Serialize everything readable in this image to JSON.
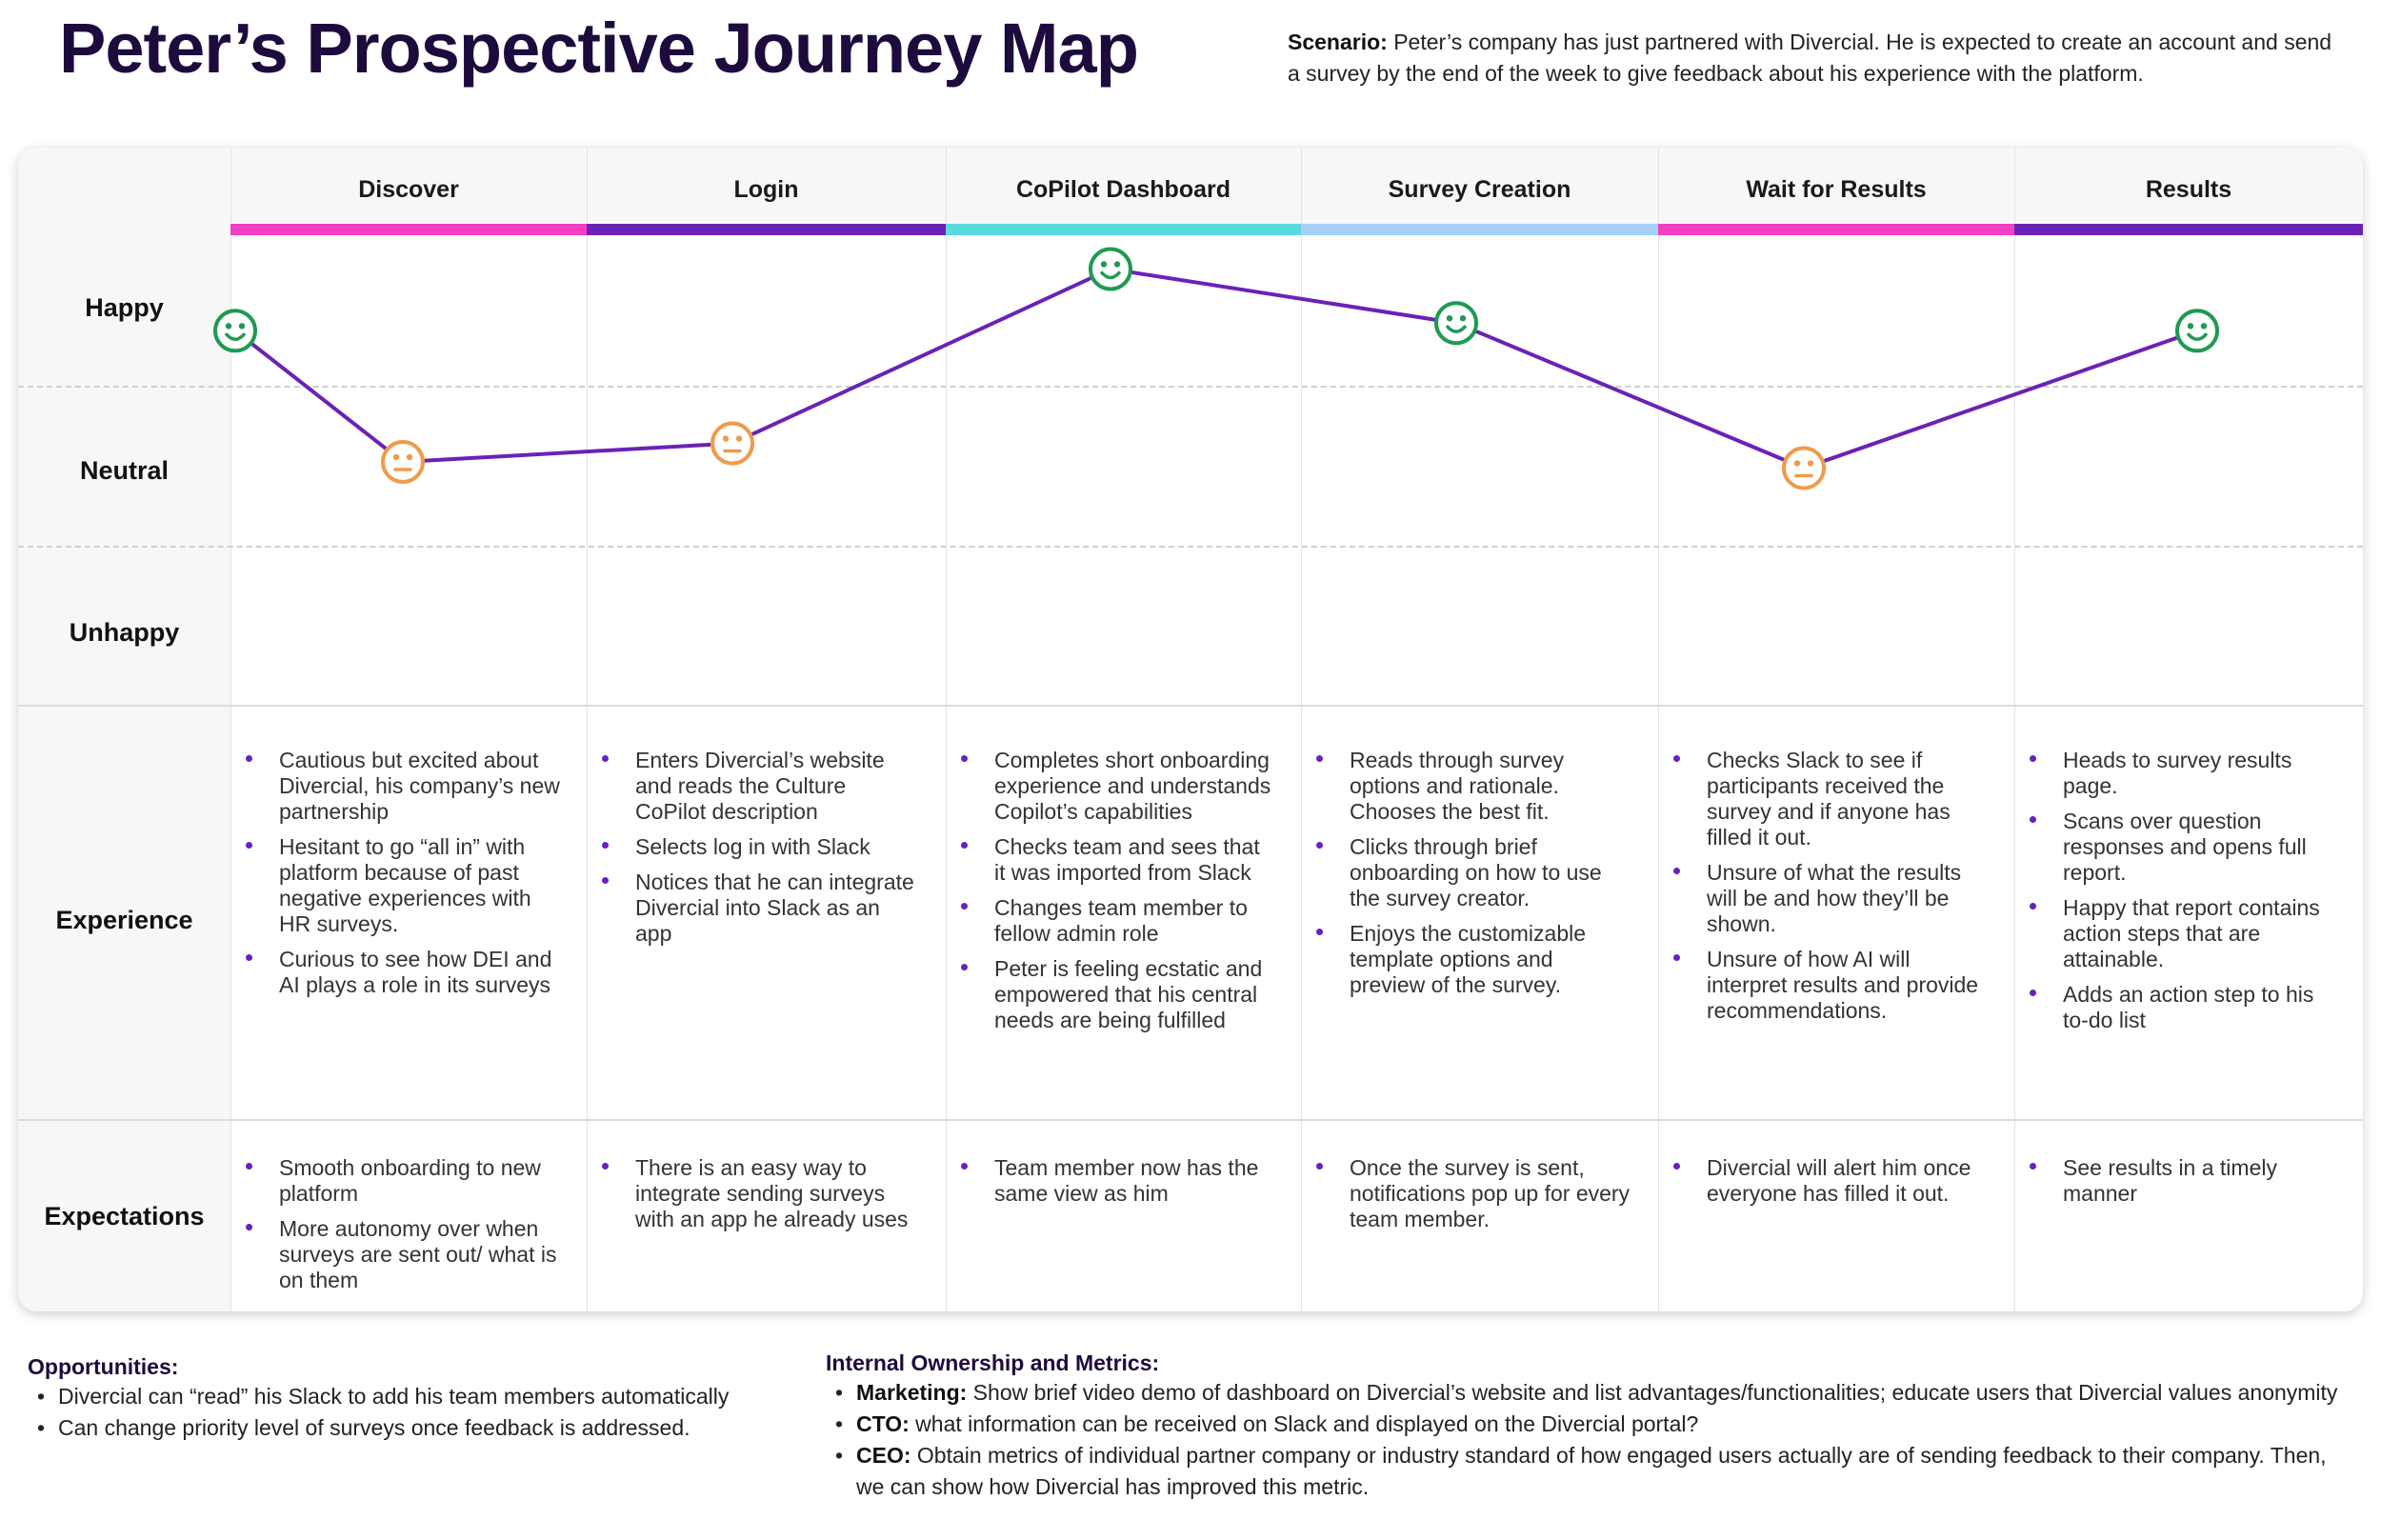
{
  "title": "Peter’s Prospective Journey Map",
  "scenario": {
    "label": "Scenario:",
    "text": "Peter’s company has just partnered with Divercial. He is expected to create an account and send a survey by the end of the week to give feedback about his experience with the platform."
  },
  "stages": [
    {
      "name": "Discover",
      "color": "#f23fc3"
    },
    {
      "name": "Login",
      "color": "#6a22b6"
    },
    {
      "name": "CoPilot Dashboard",
      "color": "#5ad9df"
    },
    {
      "name": "Survey Creation",
      "color": "#a7d2f7"
    },
    {
      "name": "Wait for Results",
      "color": "#f23fc3"
    },
    {
      "name": "Results",
      "color": "#6a22b6"
    }
  ],
  "emotion_levels": [
    "Happy",
    "Neutral",
    "Unhappy"
  ],
  "emotion_curve": {
    "line_color": "#6a22b6",
    "happy_color": "#1e9a52",
    "neutral_color": "#ef9b4a",
    "points": [
      {
        "stage": "Discover",
        "mood": "happy",
        "score": 0.85
      },
      {
        "stage": "Discover",
        "mood": "neutral",
        "score": 0.0
      },
      {
        "stage": "Login",
        "mood": "neutral",
        "score": 0.12
      },
      {
        "stage": "CoPilot Dashboard",
        "mood": "happy",
        "score": 1.25
      },
      {
        "stage": "Survey Creation",
        "mood": "happy",
        "score": 0.9
      },
      {
        "stage": "Wait for Results",
        "mood": "neutral",
        "score": -0.04
      },
      {
        "stage": "Results",
        "mood": "happy",
        "score": 0.85
      }
    ]
  },
  "rows": {
    "experience_label": "Experience",
    "expectations_label": "Expectations"
  },
  "experience": [
    [
      "Cautious but excited about Divercial, his company’s new partnership",
      "Hesitant to go “all in” with platform because of past negative experiences with HR surveys.",
      "Curious to see how DEI and AI plays a role in its surveys"
    ],
    [
      "Enters Divercial’s website and reads the Culture CoPilot description",
      "Selects log in with Slack",
      "Notices that he can integrate Divercial into Slack as an app"
    ],
    [
      "Completes short onboarding experience and understands Copilot’s capabilities",
      "Checks team and sees that it was imported from Slack",
      "Changes team member to fellow admin role",
      "Peter is feeling ecstatic and empowered that his central needs are being fulfilled"
    ],
    [
      "Reads through survey options and rationale. Chooses the best fit.",
      "Clicks through brief onboarding on how to use the survey creator.",
      "Enjoys the customizable template options and preview of the survey."
    ],
    [
      "Checks Slack to see if participants received the survey and if anyone has filled it out.",
      "Unsure of what the results will be and how they’ll be shown.",
      "Unsure of how AI will interpret results and provide recommendations."
    ],
    [
      "Heads to survey results page.",
      "Scans over question responses and opens full report.",
      "Happy that report contains action steps that are attainable.",
      "Adds an action step to his to-do list"
    ]
  ],
  "expectations": [
    [
      "Smooth onboarding to new platform",
      "More autonomy over when surveys are sent out/ what is on them"
    ],
    [
      "There is an easy way to integrate sending surveys with an app he already uses"
    ],
    [
      "Team member now has the same view as him"
    ],
    [
      "Once the survey is sent, notifications pop up for every team member."
    ],
    [
      "Divercial will alert him once everyone has filled it out."
    ],
    [
      "See results in a timely manner"
    ]
  ],
  "opportunities": {
    "title": "Opportunities:",
    "items": [
      "Divercial can “read” his Slack to add his team members automatically",
      "Can change priority level of surveys once feedback is addressed."
    ]
  },
  "ownership": {
    "title": "Internal Ownership and Metrics:",
    "items": [
      {
        "role": "Marketing:",
        "text": "Show brief video demo of dashboard on Divercial’s website and list advantages/functionalities; educate users that Divercial values anonymity"
      },
      {
        "role": "CTO:",
        "text": "what information can be received on Slack and displayed on the Divercial portal?"
      },
      {
        "role": "CEO:",
        "text": "Obtain metrics of individual partner company or industry standard of how engaged users actually are of sending feedback to their company. Then, we can show how Divercial has improved this metric."
      }
    ]
  }
}
